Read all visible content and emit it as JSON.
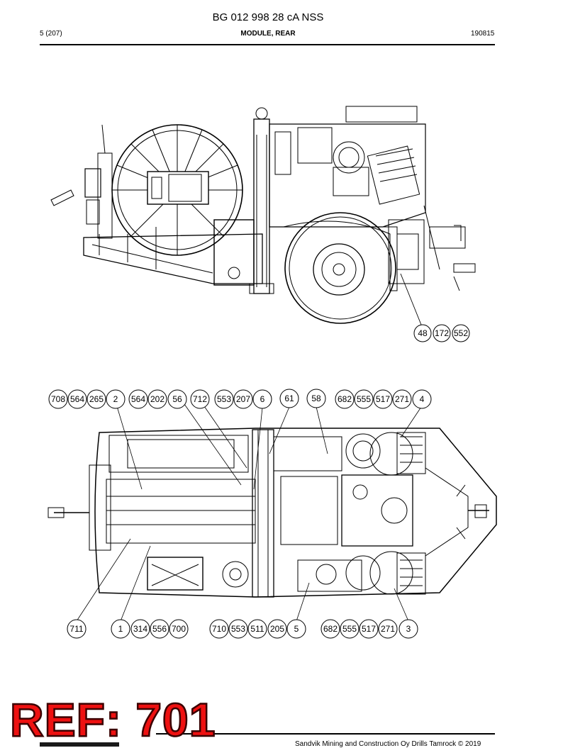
{
  "header": {
    "doc_title": "BG 012 998 28 cA NSS",
    "page": "5 (207)",
    "section": "MODULE, REAR",
    "date": "190815"
  },
  "side_view": {
    "callouts": [
      "48",
      "172",
      "552"
    ]
  },
  "top_view": {
    "top_callouts": [
      "708",
      "564",
      "265",
      "2",
      "564",
      "202",
      "56",
      "712",
      "553",
      "207",
      "6",
      "61",
      "58",
      "682",
      "555",
      "517",
      "271",
      "4"
    ],
    "bottom_callouts": [
      "711",
      "1",
      "314",
      "556",
      "700",
      "710",
      "553",
      "511",
      "205",
      "5",
      "682",
      "555",
      "517",
      "271",
      "3"
    ]
  },
  "stamp": {
    "text": "REF: 701"
  },
  "footer": {
    "text": "Sandvik Mining and Construction Oy Drills Tamrock © 2019"
  }
}
